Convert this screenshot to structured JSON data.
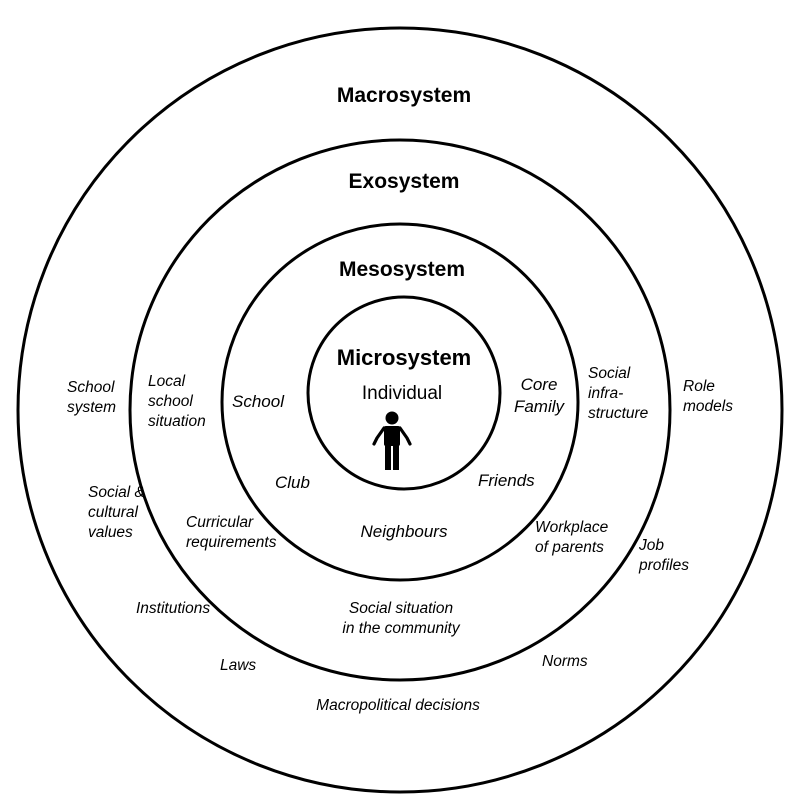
{
  "systems": {
    "macro": {
      "title": "Macrosystem",
      "items": {
        "school_system": "School\nsystem",
        "social_cultural_values": "Social &\ncultural\nvalues",
        "institutions": "Institutions",
        "laws": "Laws",
        "macropolitical_decisions": "Macropolitical  decisions",
        "norms": "Norms",
        "job_profiles": "Job\nprofiles",
        "role_models": "Role\nmodels"
      }
    },
    "exo": {
      "title": "Exosystem",
      "items": {
        "local_school_situation": "Local\nschool\nsituation",
        "curricular_requirements": "Curricular\nrequirements",
        "social_situation_community": "Social situation\nin the community",
        "workplace_of_parents": "Workplace\nof parents",
        "social_infrastructure": "Social\ninfra-\nstructure"
      }
    },
    "meso": {
      "title": "Mesosystem",
      "items": {
        "school": "School",
        "club": "Club",
        "neighbours": "Neighbours",
        "friends": "Friends",
        "core_family": "Core\nFamily"
      }
    },
    "micro": {
      "title": "Microsystem",
      "individual": "Individual",
      "person_icon": "person-standing-icon"
    }
  },
  "colors": {
    "line": "#000000",
    "background": "#ffffff",
    "text": "#000000"
  }
}
